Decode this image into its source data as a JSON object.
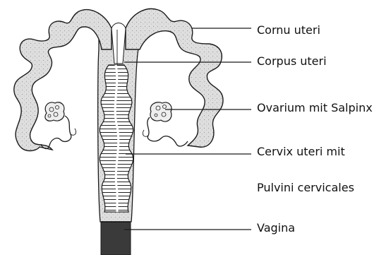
{
  "labels": {
    "cornu": "Cornu uteri",
    "corpus": "Corpus uteri",
    "ovarium": "Ovarium mit Salpinx",
    "cervix": "Cervix uteri mit",
    "pulvini": "Pulvini cervicales",
    "vagina": "Vagina"
  },
  "colors": {
    "tissue": "#dcdcdc",
    "outline": "#1a1a1a",
    "vagina": "#3a3a3a",
    "background": "#ffffff"
  }
}
